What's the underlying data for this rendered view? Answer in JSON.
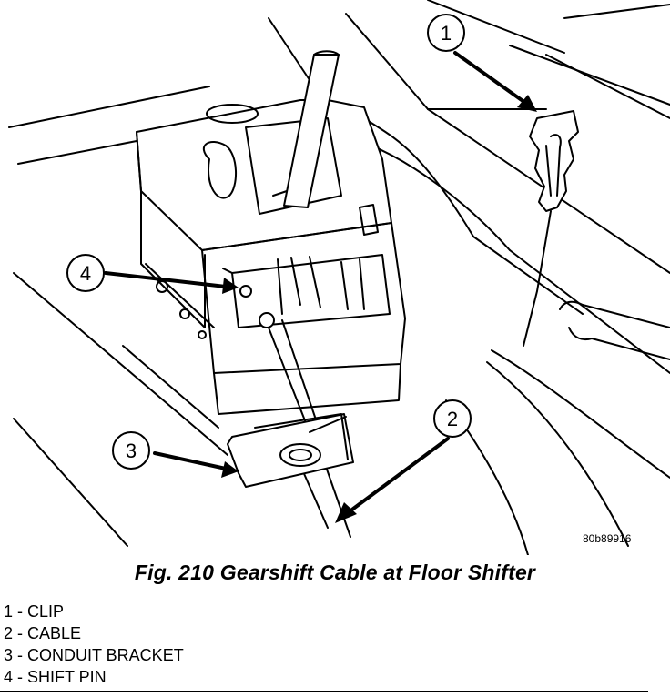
{
  "figure": {
    "code": "80b89916",
    "caption": "Fig. 210 Gearshift Cable at Floor Shifter"
  },
  "callouts": [
    {
      "number": "1"
    },
    {
      "number": "2"
    },
    {
      "number": "3"
    },
    {
      "number": "4"
    }
  ],
  "legend": [
    "1 - CLIP",
    "2 - CABLE",
    "3 - CONDUIT BRACKET",
    "4 - SHIFT PIN"
  ]
}
